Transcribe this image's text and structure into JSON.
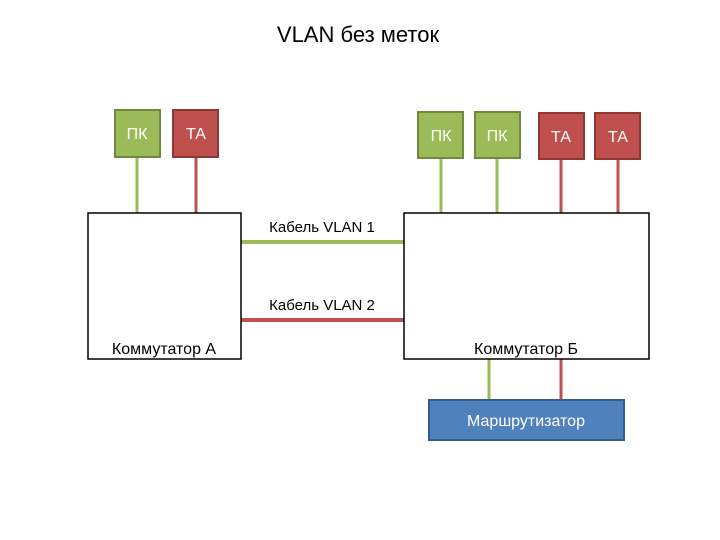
{
  "title": "VLAN без меток",
  "colors": {
    "pc_fill": "#9bbb59",
    "pc_border": "#71893f",
    "phone_fill": "#c0504d",
    "phone_border": "#8c3836",
    "router_fill": "#4f81bd",
    "router_border": "#385d8a",
    "vlan1_line": "#9bbb59",
    "vlan2_line": "#c0504d"
  },
  "switch_a": {
    "label": "Коммутатор А"
  },
  "switch_b": {
    "label": "Коммутатор Б"
  },
  "router": {
    "label": "Маршрутизатор"
  },
  "cables": {
    "vlan1": "Кабель VLAN 1",
    "vlan2": "Кабель VLAN 2"
  },
  "switch_a_devices": [
    {
      "type": "pc",
      "label": "ПК"
    },
    {
      "type": "phone",
      "label": "ТА"
    }
  ],
  "switch_b_devices": [
    {
      "type": "pc",
      "label": "ПК"
    },
    {
      "type": "pc",
      "label": "ПК"
    },
    {
      "type": "phone",
      "label": "ТА"
    },
    {
      "type": "phone",
      "label": "ТА"
    }
  ]
}
